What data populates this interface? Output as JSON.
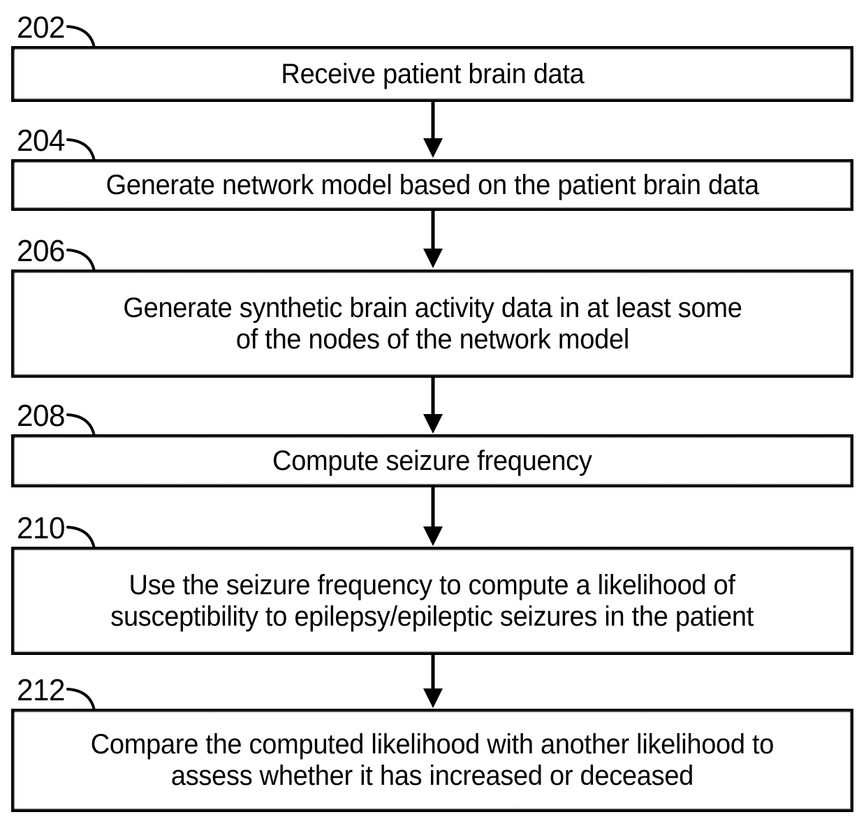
{
  "figure": {
    "title": "Flowchart for assessing epilepsy seizure susceptibility",
    "background_color": "#ffffff",
    "line_color": "#000000",
    "steps": [
      {
        "ref": "202",
        "text": "Receive patient brain data",
        "lines": [
          "Receive patient brain data"
        ]
      },
      {
        "ref": "204",
        "text": "Generate network model based on the patient brain data",
        "lines": [
          "Generate network model based on the patient brain data"
        ]
      },
      {
        "ref": "206",
        "text": "Generate synthetic brain activity data in at least some\nof the nodes of the network model",
        "lines": [
          "Generate synthetic brain activity data in at least some",
          "of the nodes of the network model"
        ]
      },
      {
        "ref": "208",
        "text": "Compute seizure frequency",
        "lines": [
          "Compute seizure frequency"
        ]
      },
      {
        "ref": "210",
        "text": "Use the seizure frequency to compute a likelihood of\nsusceptibility to epilepsy/epileptic seizures in the patient",
        "lines": [
          "Use the seizure frequency to compute a likelihood of",
          "susceptibility to epilepsy/epileptic seizures in the patient"
        ]
      },
      {
        "ref": "212",
        "text": "Compare the computed likelihood with another likelihood to\nassess whether it has increased or deceased",
        "lines": [
          "Compare the computed likelihood with another likelihood to",
          "assess whether it has increased or deceased"
        ]
      }
    ],
    "connectors": [
      {
        "from": "202",
        "to": "204"
      },
      {
        "from": "204",
        "to": "206"
      },
      {
        "from": "206",
        "to": "208"
      },
      {
        "from": "208",
        "to": "210"
      },
      {
        "from": "210",
        "to": "212"
      }
    ]
  }
}
